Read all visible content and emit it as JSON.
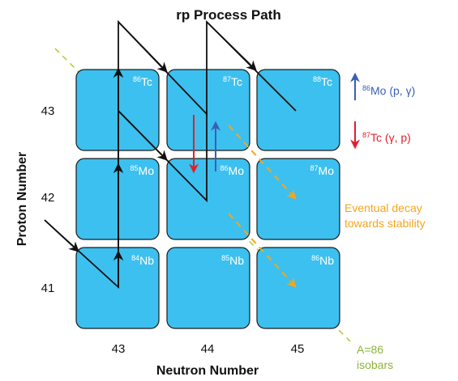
{
  "title": "rp Process Path",
  "xlabel": "Neutron Number",
  "ylabel": "Proton Number",
  "x_ticks": [
    "43",
    "44",
    "45"
  ],
  "y_ticks": [
    "43",
    "42",
    "41"
  ],
  "nuclides": [
    {
      "mass": "86",
      "symbol": "Tc"
    },
    {
      "mass": "87",
      "symbol": "Tc"
    },
    {
      "mass": "88",
      "symbol": "Tc"
    },
    {
      "mass": "85",
      "symbol": "Mo"
    },
    {
      "mass": "86",
      "symbol": "Mo"
    },
    {
      "mass": "87",
      "symbol": "Mo"
    },
    {
      "mass": "84",
      "symbol": "Nb"
    },
    {
      "mass": "85",
      "symbol": "Nb"
    },
    {
      "mass": "86",
      "symbol": "Nb"
    }
  ],
  "legend": {
    "reaction_up": {
      "mass": "86",
      "symbol": "Mo",
      "reaction": " (p, γ)"
    },
    "reaction_down": {
      "mass": "87",
      "symbol": "Tc",
      "reaction": " (γ, p)"
    },
    "decay_line1": "Eventual decay",
    "decay_line2": "towards stability",
    "isobar_line1": "A=86",
    "isobar_line2": "isobars"
  },
  "colors": {
    "cell": "#3cc0ef",
    "cell_stroke": "#1b1b1b",
    "path": "#111111",
    "proton_capture": "#3a5fb4",
    "photodisintegration": "#e0202d",
    "decay": "#f6a51c",
    "isobar": "#b7cc38",
    "isobar_text": "#8cb33c"
  }
}
